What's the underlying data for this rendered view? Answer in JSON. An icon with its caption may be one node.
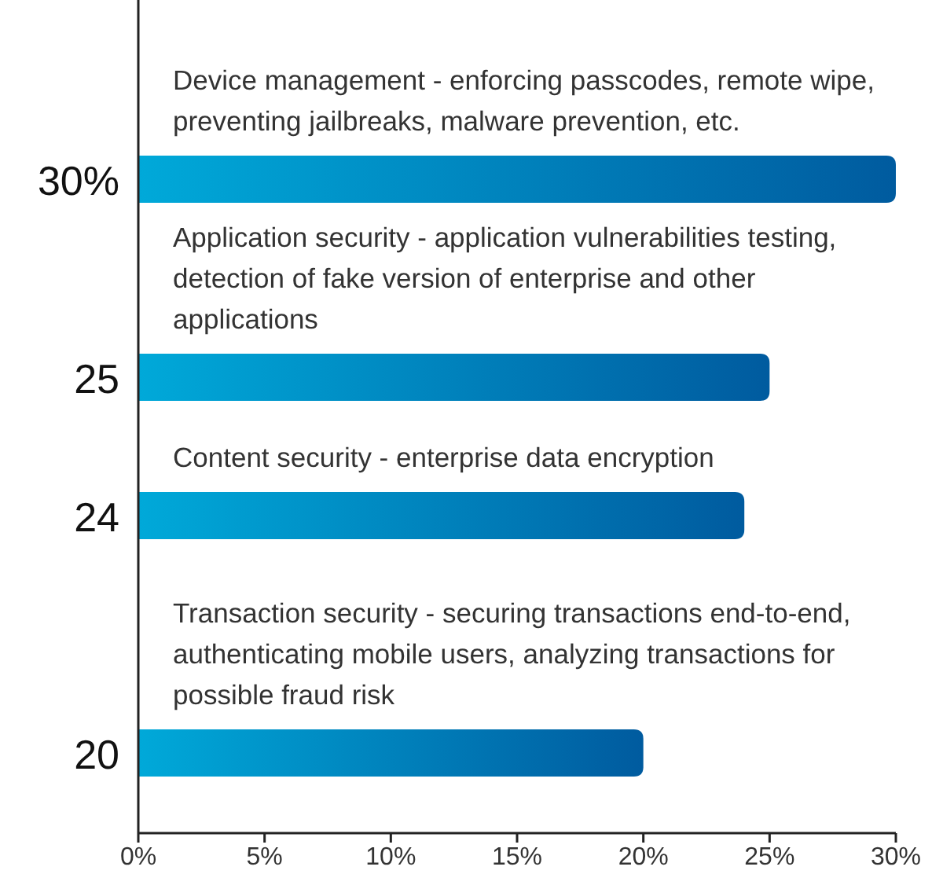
{
  "diagram": {
    "chart_data": {
      "type": "bar",
      "orientation": "horizontal",
      "categories": [
        "Device management - enforcing passcodes, remote wipe, preventing jailbreaks, malware prevention, etc.",
        "Application security - application vulnerabilities testing, detection of fake version of enterprise and other applications",
        "Content security - enterprise data encryption",
        "Transaction security - securing transactions end-to-end, authenticating mobile users, analyzing transactions for possible fraud risk"
      ],
      "values": [
        30,
        25,
        24,
        20
      ],
      "value_labels": [
        "30%",
        "25",
        "24",
        "20"
      ],
      "xlim": [
        0,
        30
      ],
      "xticks": [
        {
          "value": 0,
          "label": "0%"
        },
        {
          "value": 5,
          "label": "5%"
        },
        {
          "value": 10,
          "label": "10%"
        },
        {
          "value": 15,
          "label": "15%"
        },
        {
          "value": 20,
          "label": "20%"
        },
        {
          "value": 25,
          "label": "25%"
        },
        {
          "value": 30,
          "label": "30%"
        }
      ]
    }
  }
}
